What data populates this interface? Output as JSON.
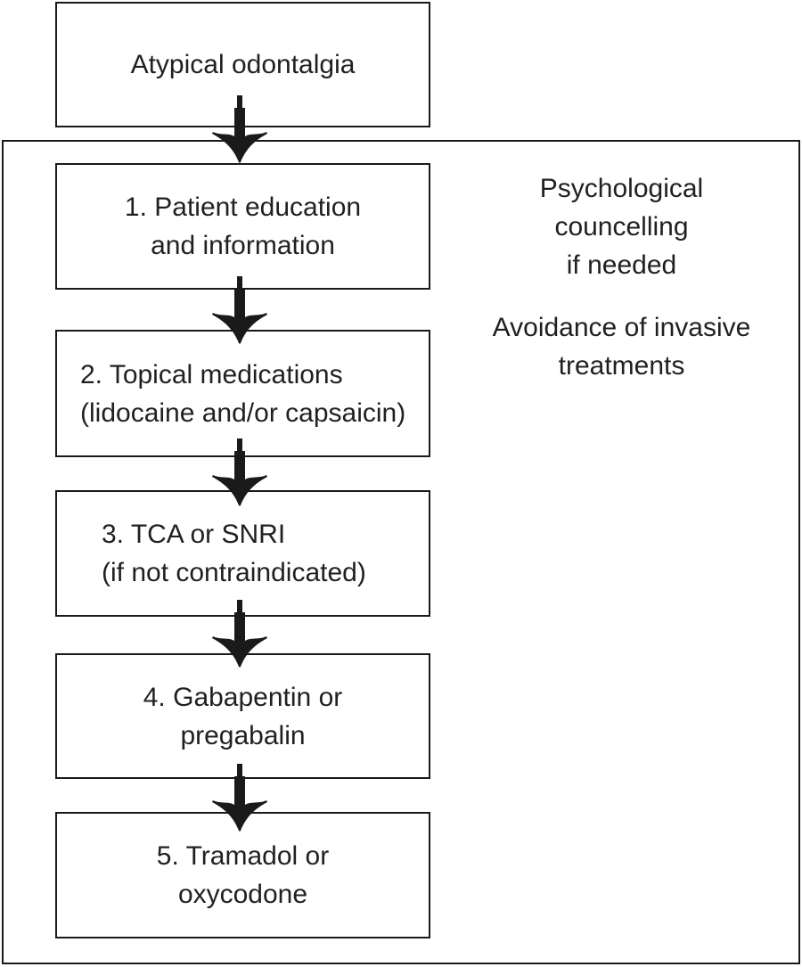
{
  "flow": {
    "title_box": {
      "label": "Atypical odontalgia"
    },
    "steps": [
      {
        "lines": [
          "1. Patient education",
          "and information"
        ]
      },
      {
        "lines": [
          "2. Topical medications",
          "(lidocaine and/or capsaicin)"
        ]
      },
      {
        "lines": [
          "3. TCA or SNRI",
          "(if not contraindicated)"
        ]
      },
      {
        "lines": [
          "4. Gabapentin or",
          "pregabalin"
        ]
      },
      {
        "lines": [
          "5. Tramadol or",
          "oxycodone"
        ]
      }
    ],
    "side_notes": [
      {
        "lines": [
          "Psychological",
          "councelling",
          "if needed"
        ]
      },
      {
        "lines": [
          "Avoidance of invasive",
          "treatments"
        ]
      }
    ],
    "colors": {
      "ink": "#231f20",
      "line": "#1a1a1a",
      "background": "#ffffff"
    }
  }
}
